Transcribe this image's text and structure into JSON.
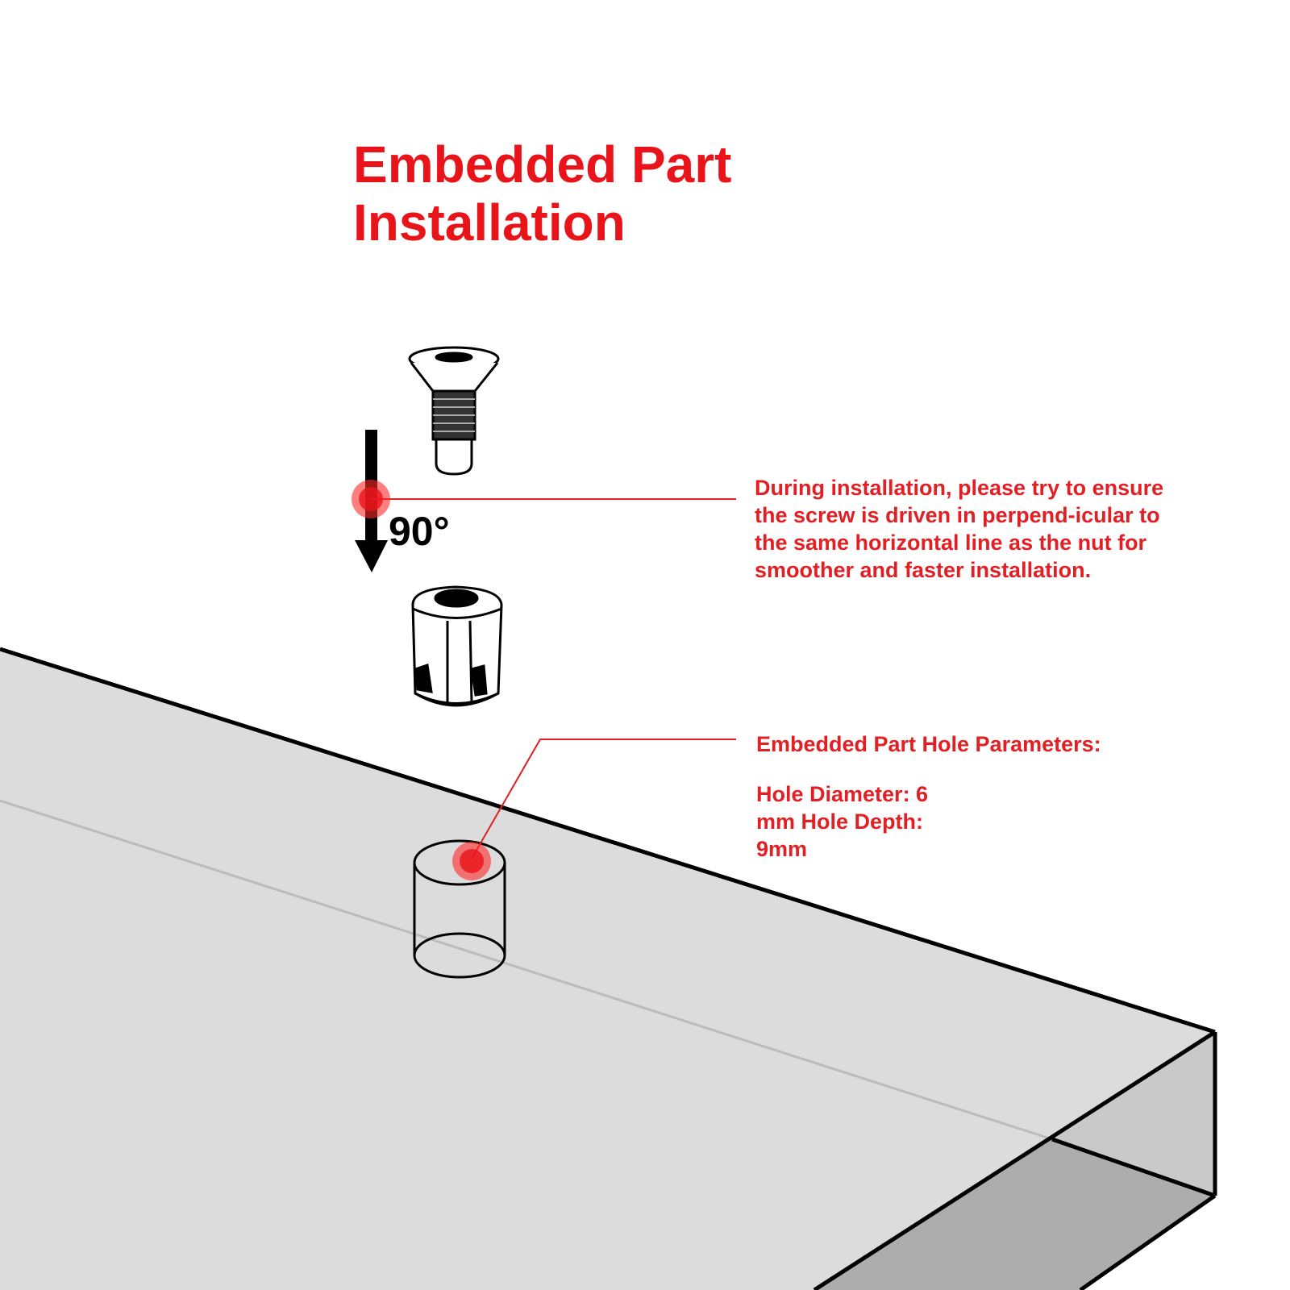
{
  "title": {
    "line1": "Embedded Part",
    "line2": "Installation"
  },
  "angle_label": "90°",
  "callouts": {
    "perpendicular": "During installation, please try to ensure the screw is driven in perpend-icular to the same horizontal line as the nut for smoother and faster installation.",
    "hole_heading": "Embedded Part Hole Parameters:",
    "hole_params": "Hole Diameter: 6 mm Hole Depth: 9mm"
  },
  "colors": {
    "accent": "#e8141a",
    "board_top": "#dcdcdc",
    "board_side": "#c8c8c8",
    "board_bottom": "#adadad"
  }
}
